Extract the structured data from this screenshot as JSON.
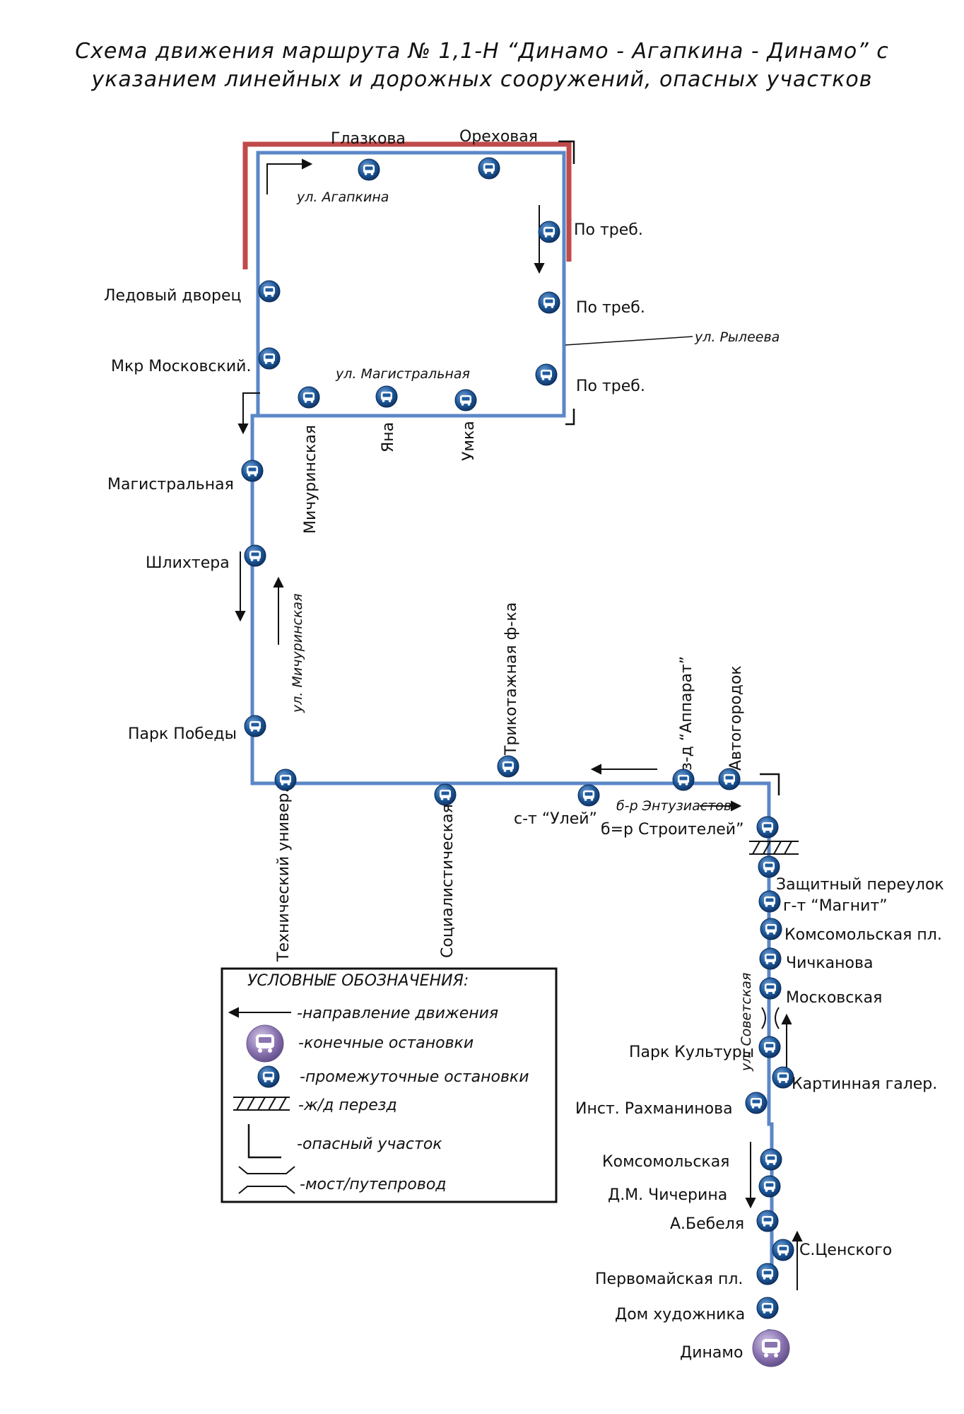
{
  "title": {
    "line1": "Схема движения маршрута № 1,1-Н “Динамо - Агапкина - Динамо” с",
    "line2": "указанием линейных и дорожных сооружений, опасных участков"
  },
  "colors": {
    "route": "#5b87c7",
    "danger_bar": "#c04a4a",
    "stop_dark": "#1a4b86",
    "terminal": "#8a73b0"
  },
  "stops": {
    "glazkova": "Глазкова",
    "orekhovaya": "Ореховая",
    "po_treb_1": "По треб.",
    "po_treb_2": "По треб.",
    "po_treb_3": "По треб.",
    "ledovyi": "Ледовый дворец",
    "mkr_moskovskiy": "Мкр Московский.",
    "michurinskaya": "Мичуринская",
    "yana": "Яна",
    "umka": "Умка",
    "magistralnaya": "Магистральная",
    "shlikhtera": "Шлихтера",
    "park_pobedy": "Парк Победы",
    "tekh_univer": "Технический универ.",
    "socialisticheskaya": "Социалистическая",
    "trikotazh": "Трикотажная ф-ка",
    "st_uley": "с-т “Улей”",
    "z_d_apparat": "з-д “Аппарат”",
    "avtogorodok": "Автогородок",
    "br_stroiteley": "б=р Строителей”",
    "zashchitny": "Защитный переулок",
    "gm_magnit": "г-т “Магнит”",
    "komsomolskaya_pl": "Комсомольская пл.",
    "chichkanova": "Чичканова",
    "moskovskaya": "Московская",
    "park_kultury": "Парк Культуры",
    "kartinnaya": "Картинная галер.",
    "inst_rakhmaninova": "Инст. Рахманинова",
    "komsomolskaya": "Комсомольская",
    "dm_chicherina": "Д.М. Чичерина",
    "a_bebelya": "А.Бебеля",
    "s_censkogo": "С.Ценского",
    "pervomayskaya": "Первомайская пл.",
    "dom_khudozhnika": "Дом художника",
    "dinamo": "Динамо"
  },
  "streets": {
    "agapkina": "ул. Агапкина",
    "ryleeva": "ул. Рылеева",
    "magistralnaya": "ул. Магистральная",
    "michurinskaya": "ул. Мичуринская",
    "entuziastov": "б-р Энтузиастов",
    "sovetskaya": "ул. Советская"
  },
  "legend": {
    "heading": "УСЛОВНЫЕ ОБОЗНАЧЕНИЯ:",
    "direction": "-направление движения",
    "terminal": "-конечные остановки",
    "intermediate": "-промежуточные остановки",
    "railway": "-ж/д перезд",
    "danger": "-опасный участок",
    "bridge": "-мост/путепровод"
  }
}
